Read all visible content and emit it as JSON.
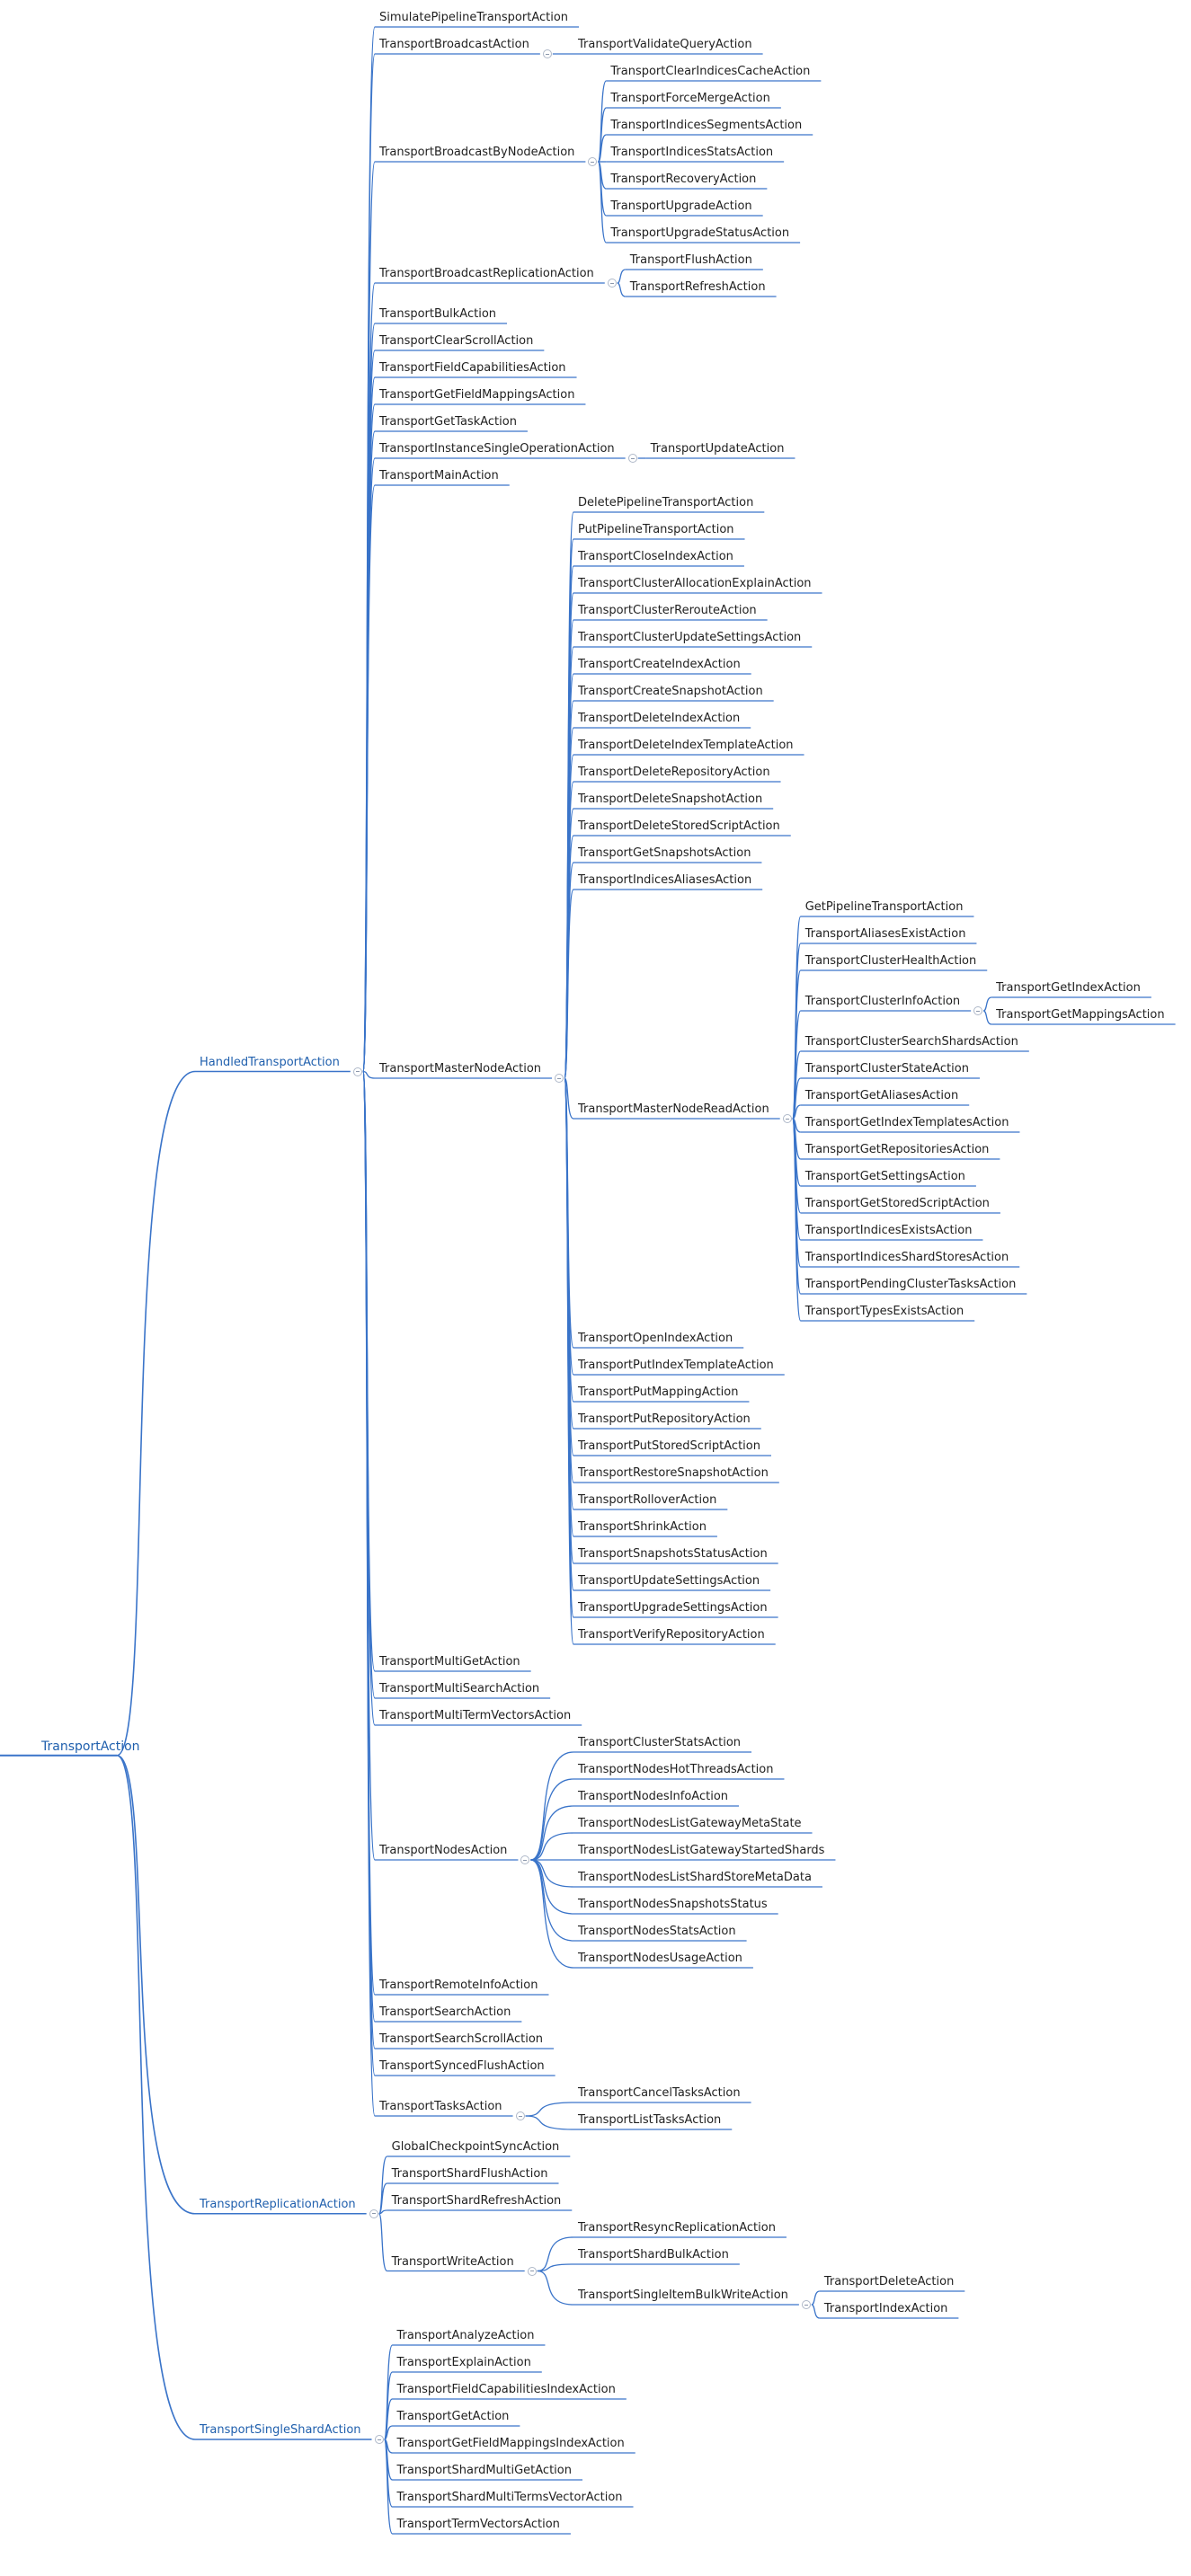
{
  "colors": {
    "line": "#3a74c9",
    "text": "#1f1f1f",
    "branch_text": "#1f5fad"
  },
  "tree": {
    "label": "TransportAction",
    "children": [
      {
        "label": "HandledTransportAction",
        "children": [
          {
            "label": "SimulatePipelineTransportAction"
          },
          {
            "label": "TransportBroadcastAction",
            "children": [
              {
                "label": "TransportValidateQueryAction"
              }
            ]
          },
          {
            "label": "TransportBroadcastByNodeAction",
            "children": [
              {
                "label": "TransportClearIndicesCacheAction"
              },
              {
                "label": "TransportForceMergeAction"
              },
              {
                "label": "TransportIndicesSegmentsAction"
              },
              {
                "label": "TransportIndicesStatsAction"
              },
              {
                "label": "TransportRecoveryAction"
              },
              {
                "label": "TransportUpgradeAction"
              },
              {
                "label": "TransportUpgradeStatusAction"
              }
            ]
          },
          {
            "label": "TransportBroadcastReplicationAction",
            "children": [
              {
                "label": "TransportFlushAction"
              },
              {
                "label": "TransportRefreshAction"
              }
            ]
          },
          {
            "label": "TransportBulkAction"
          },
          {
            "label": "TransportClearScrollAction"
          },
          {
            "label": "TransportFieldCapabilitiesAction"
          },
          {
            "label": "TransportGetFieldMappingsAction"
          },
          {
            "label": "TransportGetTaskAction"
          },
          {
            "label": "TransportInstanceSingleOperationAction",
            "children": [
              {
                "label": "TransportUpdateAction"
              }
            ]
          },
          {
            "label": "TransportMainAction"
          },
          {
            "label": "TransportMasterNodeAction",
            "children": [
              {
                "label": "DeletePipelineTransportAction"
              },
              {
                "label": "PutPipelineTransportAction"
              },
              {
                "label": "TransportCloseIndexAction"
              },
              {
                "label": "TransportClusterAllocationExplainAction"
              },
              {
                "label": "TransportClusterRerouteAction"
              },
              {
                "label": "TransportClusterUpdateSettingsAction"
              },
              {
                "label": "TransportCreateIndexAction"
              },
              {
                "label": "TransportCreateSnapshotAction"
              },
              {
                "label": "TransportDeleteIndexAction"
              },
              {
                "label": "TransportDeleteIndexTemplateAction"
              },
              {
                "label": "TransportDeleteRepositoryAction"
              },
              {
                "label": "TransportDeleteSnapshotAction"
              },
              {
                "label": "TransportDeleteStoredScriptAction"
              },
              {
                "label": "TransportGetSnapshotsAction"
              },
              {
                "label": "TransportIndicesAliasesAction"
              },
              {
                "label": "TransportMasterNodeReadAction",
                "children": [
                  {
                    "label": "GetPipelineTransportAction"
                  },
                  {
                    "label": "TransportAliasesExistAction"
                  },
                  {
                    "label": "TransportClusterHealthAction"
                  },
                  {
                    "label": "TransportClusterInfoAction",
                    "children": [
                      {
                        "label": "TransportGetIndexAction"
                      },
                      {
                        "label": "TransportGetMappingsAction"
                      }
                    ]
                  },
                  {
                    "label": "TransportClusterSearchShardsAction"
                  },
                  {
                    "label": "TransportClusterStateAction"
                  },
                  {
                    "label": "TransportGetAliasesAction"
                  },
                  {
                    "label": "TransportGetIndexTemplatesAction"
                  },
                  {
                    "label": "TransportGetRepositoriesAction"
                  },
                  {
                    "label": "TransportGetSettingsAction"
                  },
                  {
                    "label": "TransportGetStoredScriptAction"
                  },
                  {
                    "label": "TransportIndicesExistsAction"
                  },
                  {
                    "label": "TransportIndicesShardStoresAction"
                  },
                  {
                    "label": "TransportPendingClusterTasksAction"
                  },
                  {
                    "label": "TransportTypesExistsAction"
                  }
                ]
              },
              {
                "label": "TransportOpenIndexAction"
              },
              {
                "label": "TransportPutIndexTemplateAction"
              },
              {
                "label": "TransportPutMappingAction"
              },
              {
                "label": "TransportPutRepositoryAction"
              },
              {
                "label": "TransportPutStoredScriptAction"
              },
              {
                "label": "TransportRestoreSnapshotAction"
              },
              {
                "label": "TransportRolloverAction"
              },
              {
                "label": "TransportShrinkAction"
              },
              {
                "label": "TransportSnapshotsStatusAction"
              },
              {
                "label": "TransportUpdateSettingsAction"
              },
              {
                "label": "TransportUpgradeSettingsAction"
              },
              {
                "label": "TransportVerifyRepositoryAction"
              }
            ]
          },
          {
            "label": "TransportMultiGetAction"
          },
          {
            "label": "TransportMultiSearchAction"
          },
          {
            "label": "TransportMultiTermVectorsAction"
          },
          {
            "label": "TransportNodesAction",
            "children": [
              {
                "label": "TransportClusterStatsAction"
              },
              {
                "label": "TransportNodesHotThreadsAction"
              },
              {
                "label": "TransportNodesInfoAction"
              },
              {
                "label": "TransportNodesListGatewayMetaState"
              },
              {
                "label": "TransportNodesListGatewayStartedShards"
              },
              {
                "label": "TransportNodesListShardStoreMetaData"
              },
              {
                "label": "TransportNodesSnapshotsStatus"
              },
              {
                "label": "TransportNodesStatsAction"
              },
              {
                "label": "TransportNodesUsageAction"
              }
            ]
          },
          {
            "label": "TransportRemoteInfoAction"
          },
          {
            "label": "TransportSearchAction"
          },
          {
            "label": "TransportSearchScrollAction"
          },
          {
            "label": "TransportSyncedFlushAction"
          },
          {
            "label": "TransportTasksAction",
            "children": [
              {
                "label": "TransportCancelTasksAction"
              },
              {
                "label": "TransportListTasksAction"
              }
            ]
          }
        ]
      },
      {
        "label": "TransportReplicationAction",
        "children": [
          {
            "label": "GlobalCheckpointSyncAction"
          },
          {
            "label": "TransportShardFlushAction"
          },
          {
            "label": "TransportShardRefreshAction"
          },
          {
            "label": "TransportWriteAction",
            "children": [
              {
                "label": "TransportResyncReplicationAction"
              },
              {
                "label": "TransportShardBulkAction"
              },
              {
                "label": "TransportSingleItemBulkWriteAction",
                "children": [
                  {
                    "label": "TransportDeleteAction"
                  },
                  {
                    "label": "TransportIndexAction"
                  }
                ]
              }
            ]
          }
        ]
      },
      {
        "label": "TransportSingleShardAction",
        "children": [
          {
            "label": "TransportAnalyzeAction"
          },
          {
            "label": "TransportExplainAction"
          },
          {
            "label": "TransportFieldCapabilitiesIndexAction"
          },
          {
            "label": "TransportGetAction"
          },
          {
            "label": "TransportGetFieldMappingsIndexAction"
          },
          {
            "label": "TransportShardMultiGetAction"
          },
          {
            "label": "TransportShardMultiTermsVectorAction"
          },
          {
            "label": "TransportTermVectorsAction"
          }
        ]
      }
    ]
  }
}
